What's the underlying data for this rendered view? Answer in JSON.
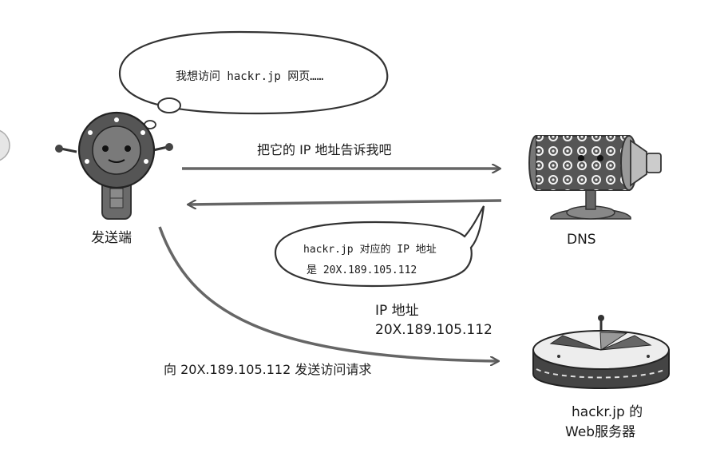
{
  "thought_bubble": {
    "text": "我想访问 hackr.jp 网页……"
  },
  "sender": {
    "label": "发送端"
  },
  "dns": {
    "label": "DNS"
  },
  "request_arrow": {
    "label": "把它的 IP 地址告诉我吧"
  },
  "reply_bubble": {
    "line1": "hackr.jp 对应的 IP 地址",
    "line2": "是 20X.189.105.112"
  },
  "ip_info": {
    "line1": "IP 地址",
    "line2": "20X.189.105.112"
  },
  "access_arrow": {
    "label": "向 20X.189.105.112 发送访问请求"
  },
  "server": {
    "line1": "hackr.jp 的",
    "line2": "Web服务器"
  }
}
